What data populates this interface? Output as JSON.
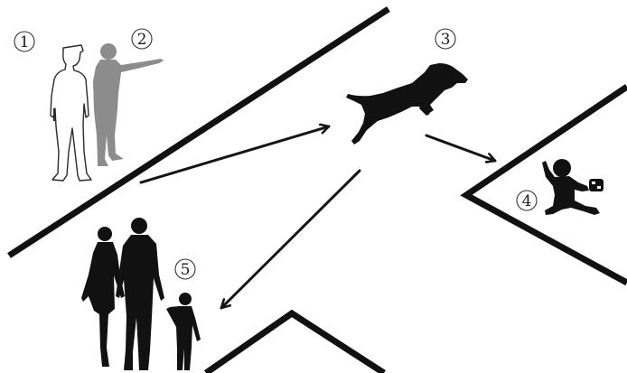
{
  "labels": {
    "one": "1",
    "two": "2",
    "three": "3",
    "four": "4",
    "five": "5"
  },
  "icons": {
    "officer": "police-officer-outline-icon",
    "pointing_person": "pointing-person-icon",
    "dog": "running-dog-icon",
    "child": "running-child-icon",
    "family": "family-walking-icon"
  },
  "colors": {
    "road": "#111111",
    "silhouette": "#111111",
    "pointing_person": "#8c8c8c",
    "background": "#ffffff"
  }
}
